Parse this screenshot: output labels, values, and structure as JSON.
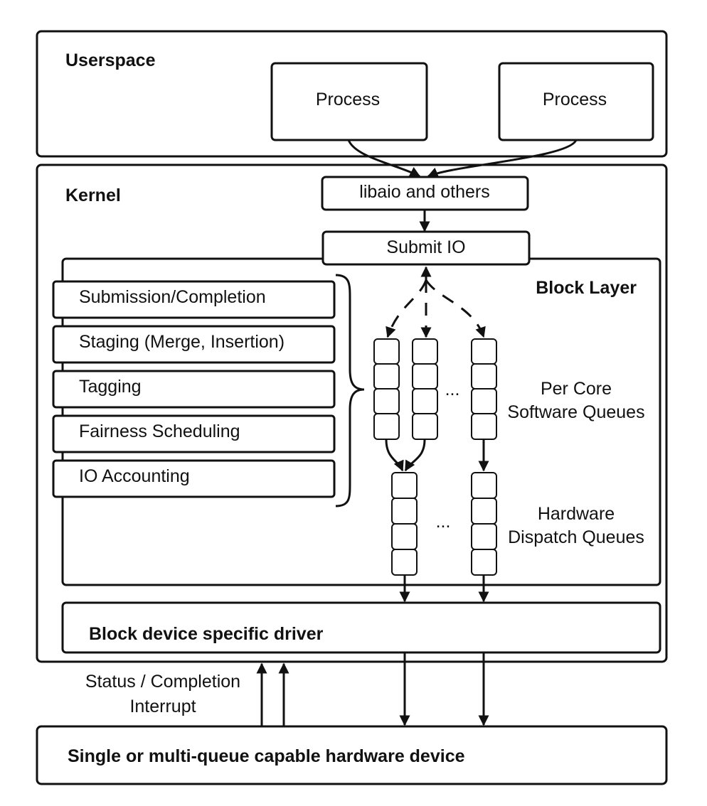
{
  "userspace": {
    "label": "Userspace",
    "process_left": "Process",
    "process_right": "Process"
  },
  "kernel": {
    "label": "Kernel",
    "libaio": "libaio and others",
    "submit_io": "Submit IO"
  },
  "block_layer": {
    "label": "Block Layer",
    "functions": [
      "Submission/Completion",
      "Staging (Merge, Insertion)",
      "Tagging",
      "Fairness Scheduling",
      "IO Accounting"
    ],
    "software_queues_label": [
      "Per Core",
      "Software Queues"
    ],
    "hardware_queues_label": [
      "Hardware",
      "Dispatch Queues"
    ],
    "ellipsis_software": "...",
    "ellipsis_hardware": "..."
  },
  "driver": {
    "label": "Block device specific driver"
  },
  "status": {
    "label_line1": "Status / Completion",
    "label_line2": "Interrupt"
  },
  "device": {
    "label": "Single or multi-queue capable hardware device"
  }
}
